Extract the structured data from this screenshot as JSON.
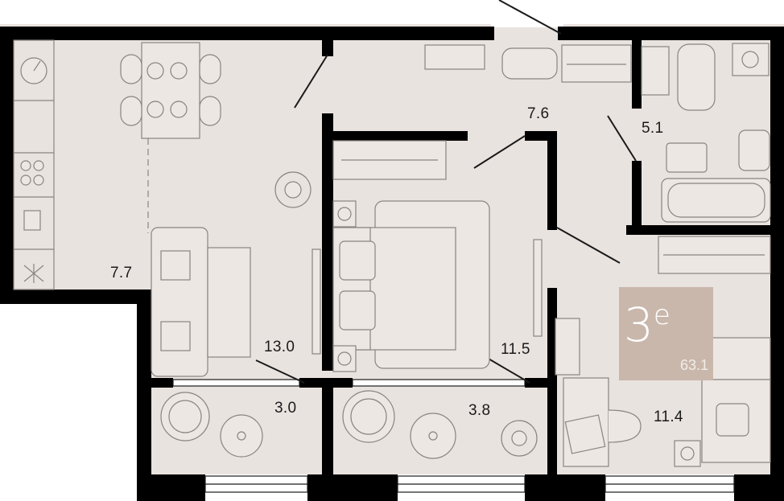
{
  "plan": {
    "colors": {
      "floor": "#e9e3df",
      "wall": "#000000",
      "furniture_stroke": "#8a8480",
      "furniture_fill": "#ece7e3",
      "badge": "#c9b7ab"
    },
    "room_areas": {
      "kitchen": "7.7",
      "living_room": "13.0",
      "hallway": "7.6",
      "bathroom": "5.1",
      "bedroom": "11.5",
      "bedroom_2": "11.4",
      "balcony_1": "3.0",
      "balcony_2": "3.8"
    },
    "badge": {
      "type_label": "3",
      "type_suffix": "е",
      "total_area": "63.1"
    }
  }
}
